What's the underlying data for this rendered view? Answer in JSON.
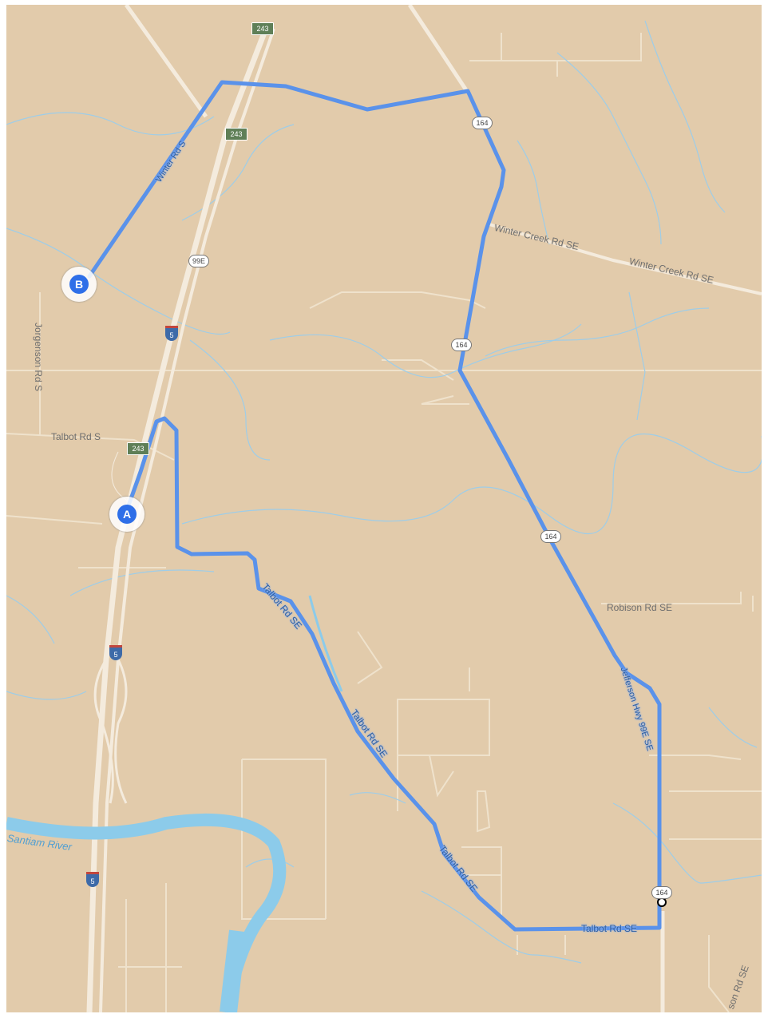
{
  "colors": {
    "land": "#e2cbab",
    "route": "#5a92ea",
    "water": "#8ccbea",
    "road": "#f4ebdd",
    "marker": "#2f6fe8"
  },
  "markers": {
    "start": "A",
    "end": "B"
  },
  "roads": {
    "winter_creek_1": "Winter Creek Rd SE",
    "winter_creek_2": "Winter Creek Rd SE",
    "jorgenson": "Jorgenson Rd S",
    "talbot_s": "Talbot Rd S",
    "talbot_se_1": "Talbot Rd SE",
    "talbot_se_2": "Talbot Rd SE",
    "talbot_se_3": "Talbot Rd SE",
    "talbot_se_4": "Talbot Rd SE",
    "robison": "Robison Rd SE",
    "jefferson_hwy": "Jefferson Hwy 99E SE",
    "winter_rd": "Winter Rd S",
    "corner_road": "son Rd SE"
  },
  "water_labels": {
    "santiam": "Santiam River"
  },
  "shields": {
    "h243_top": "243",
    "h243_mid": "243",
    "h243_low": "243",
    "us99e": "99E",
    "i5_a": "5",
    "i5_b": "5",
    "i5_c": "5",
    "h164_a": "164",
    "h164_b": "164",
    "h164_c": "164",
    "h164_d": "164"
  }
}
